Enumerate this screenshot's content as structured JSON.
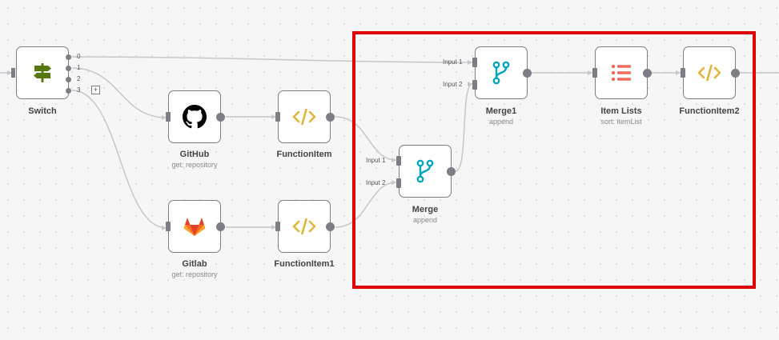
{
  "nodes": {
    "switch": {
      "label": "Switch",
      "outputs": [
        "0",
        "1",
        "2",
        "3"
      ],
      "add_symbol": "+",
      "icon": "signpost-icon",
      "icon_color": "#57780e"
    },
    "github": {
      "label": "GitHub",
      "subtitle": "get: repository",
      "icon": "github-icon"
    },
    "gitlab": {
      "label": "Gitlab",
      "subtitle": "get: repository",
      "icon": "gitlab-icon"
    },
    "functionitem": {
      "label": "FunctionItem",
      "icon": "code-icon"
    },
    "functionitem1": {
      "label": "FunctionItem1",
      "icon": "code-icon"
    },
    "merge": {
      "label": "Merge",
      "subtitle": "append",
      "inputs": [
        "Input 1",
        "Input 2"
      ],
      "icon": "merge-branch-icon"
    },
    "merge1": {
      "label": "Merge1",
      "subtitle": "append",
      "inputs": [
        "Input 1",
        "Input 2"
      ],
      "icon": "merge-branch-icon"
    },
    "item_lists": {
      "label": "Item Lists",
      "subtitle": "sort: itemList",
      "icon": "list-icon",
      "icon_color": "#ef6b5b"
    },
    "functionitem2": {
      "label": "FunctionItem2",
      "icon": "code-icon"
    }
  },
  "colors": {
    "canvas_bg": "#f6f6f7",
    "node_border": "#7d7d85",
    "connection": "#c6c6cc",
    "code_icon": "#e1b53b",
    "merge_icon": "#00a6bf",
    "highlight": "#e10000"
  }
}
